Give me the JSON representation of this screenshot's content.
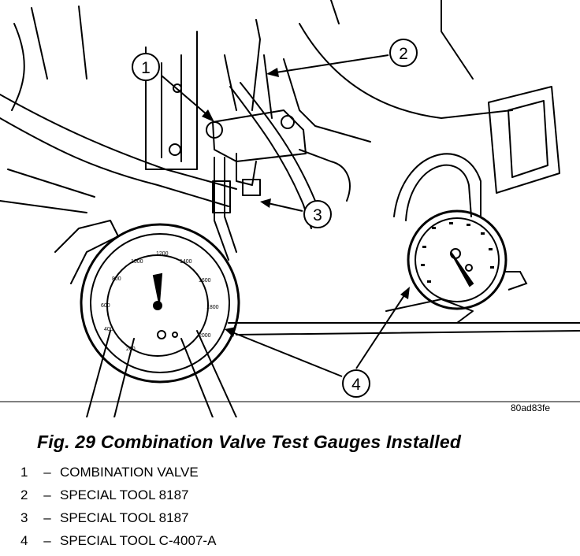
{
  "figure": {
    "caption": "Fig. 29 Combination Valve Test Gauges Installed",
    "reference_code": "80ad83fe"
  },
  "callouts": [
    {
      "number": "1"
    },
    {
      "number": "2"
    },
    {
      "number": "3"
    },
    {
      "number": "4"
    }
  ],
  "legend": [
    {
      "number": "1",
      "separator": "–",
      "label": "COMBINATION VALVE"
    },
    {
      "number": "2",
      "separator": "–",
      "label": "SPECIAL TOOL 8187"
    },
    {
      "number": "3",
      "separator": "–",
      "label": "SPECIAL TOOL 8187"
    },
    {
      "number": "4",
      "separator": "–",
      "label": "SPECIAL TOOL C-4007-A"
    }
  ],
  "gauge_left": {
    "dial_labels": [
      "1200",
      "1000",
      "800",
      "600",
      "400",
      "200",
      "1400",
      "1600",
      "1800",
      "2000"
    ]
  }
}
